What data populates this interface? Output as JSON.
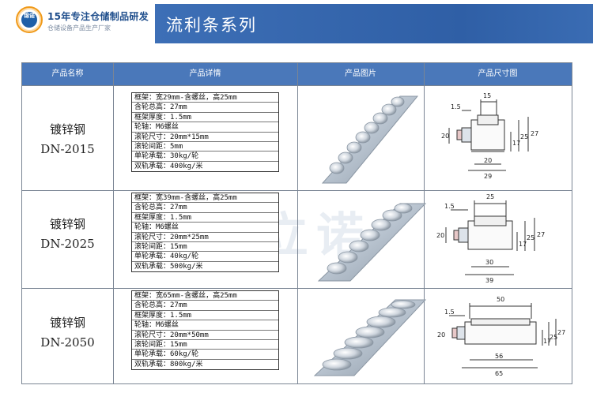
{
  "brand": {
    "logo_text": "锦诺",
    "title": "15年专注仓储制品研发",
    "subtitle": "仓储设备产品生产厂家"
  },
  "series": {
    "title": "流利条系列"
  },
  "table": {
    "headers": [
      "产品名称",
      "产品详情",
      "产品图片",
      "产品尺寸图"
    ],
    "rows": [
      {
        "name": "镀锌钢",
        "code": "DN-2015",
        "specs": [
          "框架：宽29mm-含螺丝，高25mm",
          "含轮总高：27mm",
          "框架厚度：1.5mm",
          "轮轴：M6螺丝",
          "滚轮尺寸：20mm*15mm",
          "滚轮间距：5mm",
          "单轮承载：30kg/轮",
          "双轨承载：400kg/米"
        ],
        "dims": {
          "top": "15",
          "left": "1.5",
          "height_outer": "27",
          "height_mid": "25",
          "height_inner": "17",
          "side": "20",
          "bottom_inner": "20",
          "bottom_outer": "29"
        }
      },
      {
        "name": "镀锌钢",
        "code": "DN-2025",
        "specs": [
          "框架：宽39mm-含螺丝，高25mm",
          "含轮总高：27mm",
          "框架厚度：1.5mm",
          "轮轴：M6螺丝",
          "滚轮尺寸：20mm*25mm",
          "滚轮间距：15mm",
          "单轮承载：40kg/轮",
          "双轨承载：500kg/米"
        ],
        "dims": {
          "top": "25",
          "left": "1.5",
          "height_outer": "27",
          "height_mid": "25",
          "height_inner": "17",
          "side": "20",
          "bottom_inner": "30",
          "bottom_outer": "39"
        }
      },
      {
        "name": "镀锌钢",
        "code": "DN-2050",
        "specs": [
          "框架：宽65mm-含螺丝，高25mm",
          "含轮总高：27mm",
          "框架厚度：1.5mm",
          "轮轴：M6螺丝",
          "滚轮尺寸：20mm*50mm",
          "滚轮间距：15mm",
          "单轮承载：60kg/轮",
          "双轨承载：800kg/米"
        ],
        "dims": {
          "top": "50",
          "left": "1.5",
          "height_outer": "27",
          "height_mid": "25",
          "height_inner": "17",
          "side": "20",
          "bottom_inner": "56",
          "bottom_outer": "65"
        }
      }
    ]
  },
  "watermark": "立诺"
}
